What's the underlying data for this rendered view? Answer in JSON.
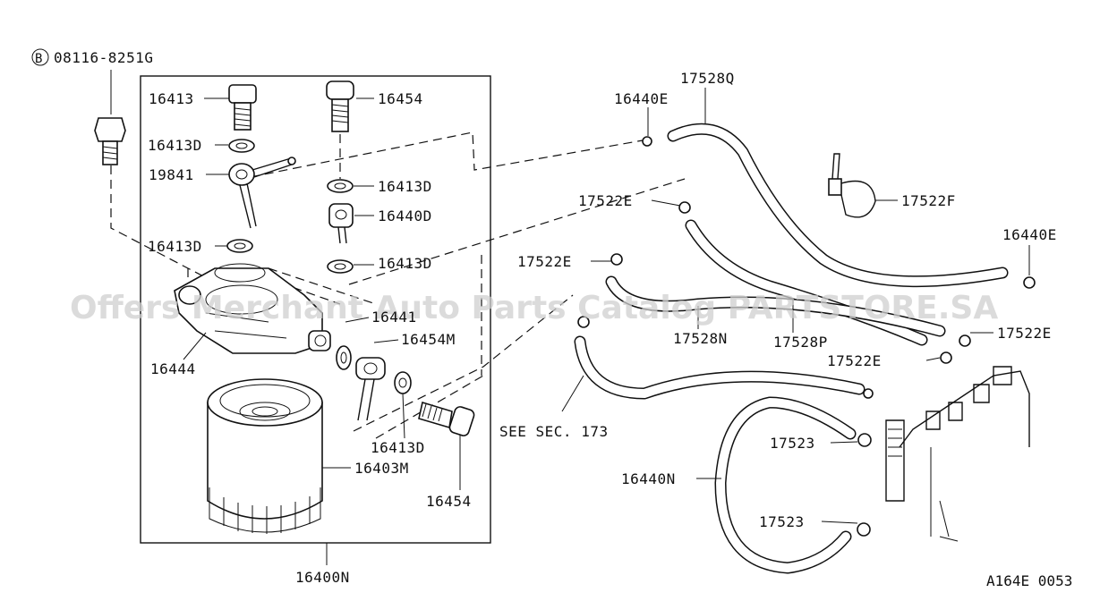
{
  "watermark": "Offers Merchant Auto Parts Catalog PARTSTORE.SA",
  "figure_code": "A164E 0053",
  "bolt_prefix": "B",
  "callouts": {
    "bolt_ref": "08116-8251G",
    "p16413_top": "16413",
    "p16454_top": "16454",
    "p16413d_a": "16413D",
    "p19841": "19841",
    "p16413d_b": "16413D",
    "p16440d": "16440D",
    "p16413d_c": "16413D",
    "p16413d_d": "16413D",
    "p16441": "16441",
    "p16454m": "16454M",
    "p16444": "16444",
    "p16413d_e": "16413D",
    "p16403m": "16403M",
    "p16454_bot": "16454",
    "p16400n": "16400N",
    "p16440e_a": "16440E",
    "p17528q": "17528Q",
    "p17522e_a": "17522E",
    "p17522f": "17522F",
    "p16440e_b": "16440E",
    "p17522e_b": "17522E",
    "p17528n": "17528N",
    "p17528p": "17528P",
    "p17522e_c": "17522E",
    "p17522e_d": "17522E",
    "see_sec": "SEE SEC. 173",
    "p17523_a": "17523",
    "p16440n": "16440N",
    "p17523_b": "17523"
  }
}
